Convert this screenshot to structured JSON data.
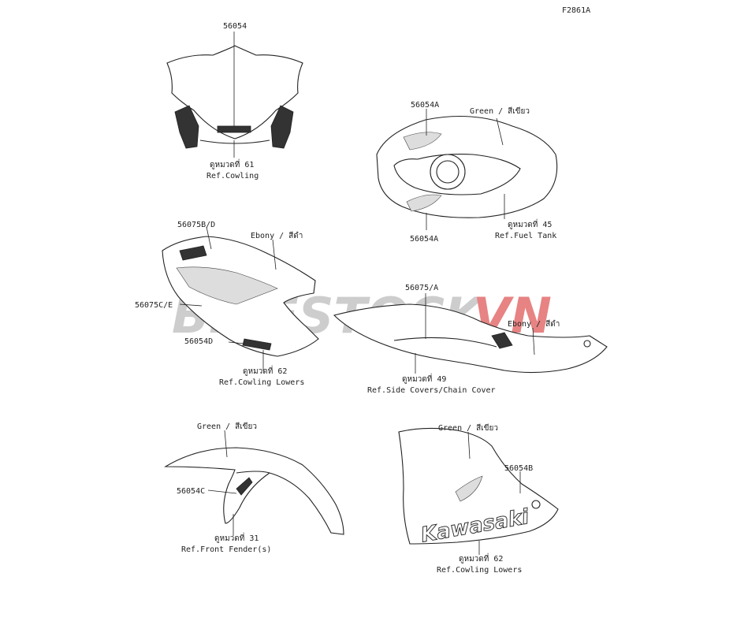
{
  "diagram_code": "F2861A",
  "watermark": {
    "main": "BIKESTOCK",
    "accent": "VN",
    "main_color": "#bdbdbd",
    "accent_color": "#e05a5a"
  },
  "groups": [
    {
      "id": "windshield",
      "part": "56054",
      "ref_th": "ดูหมวดที่ 61",
      "ref_en": "Ref.Cowling"
    },
    {
      "id": "fuel-tank",
      "parts": [
        "56054A",
        "56054A"
      ],
      "color": "Green / สีเขียว",
      "ref_th": "ดูหมวดที่ 45",
      "ref_en": "Ref.Fuel Tank"
    },
    {
      "id": "cowling-left",
      "parts": [
        "56075B/D",
        "56075C/E",
        "56054D"
      ],
      "color": "Ebony / สีดำ",
      "ref_th": "ดูหมวดที่ 62",
      "ref_en": "Ref.Cowling Lowers"
    },
    {
      "id": "side-cover",
      "part": "56075/A",
      "color": "Ebony / สีดำ",
      "ref_th": "ดูหมวดที่ 49",
      "ref_en": "Ref.Side Covers/Chain Cover"
    },
    {
      "id": "front-fender",
      "part": "56054C",
      "color": "Green / สีเขียว",
      "ref_th": "ดูหมวดที่ 31",
      "ref_en": "Ref.Front Fender(s)"
    },
    {
      "id": "cowling-lower",
      "part": "56054B",
      "color": "Green / สีเขียว",
      "ref_th": "ดูหมวดที่ 62",
      "ref_en": "Ref.Cowling Lowers",
      "logo_text": "Kawasaki"
    }
  ]
}
